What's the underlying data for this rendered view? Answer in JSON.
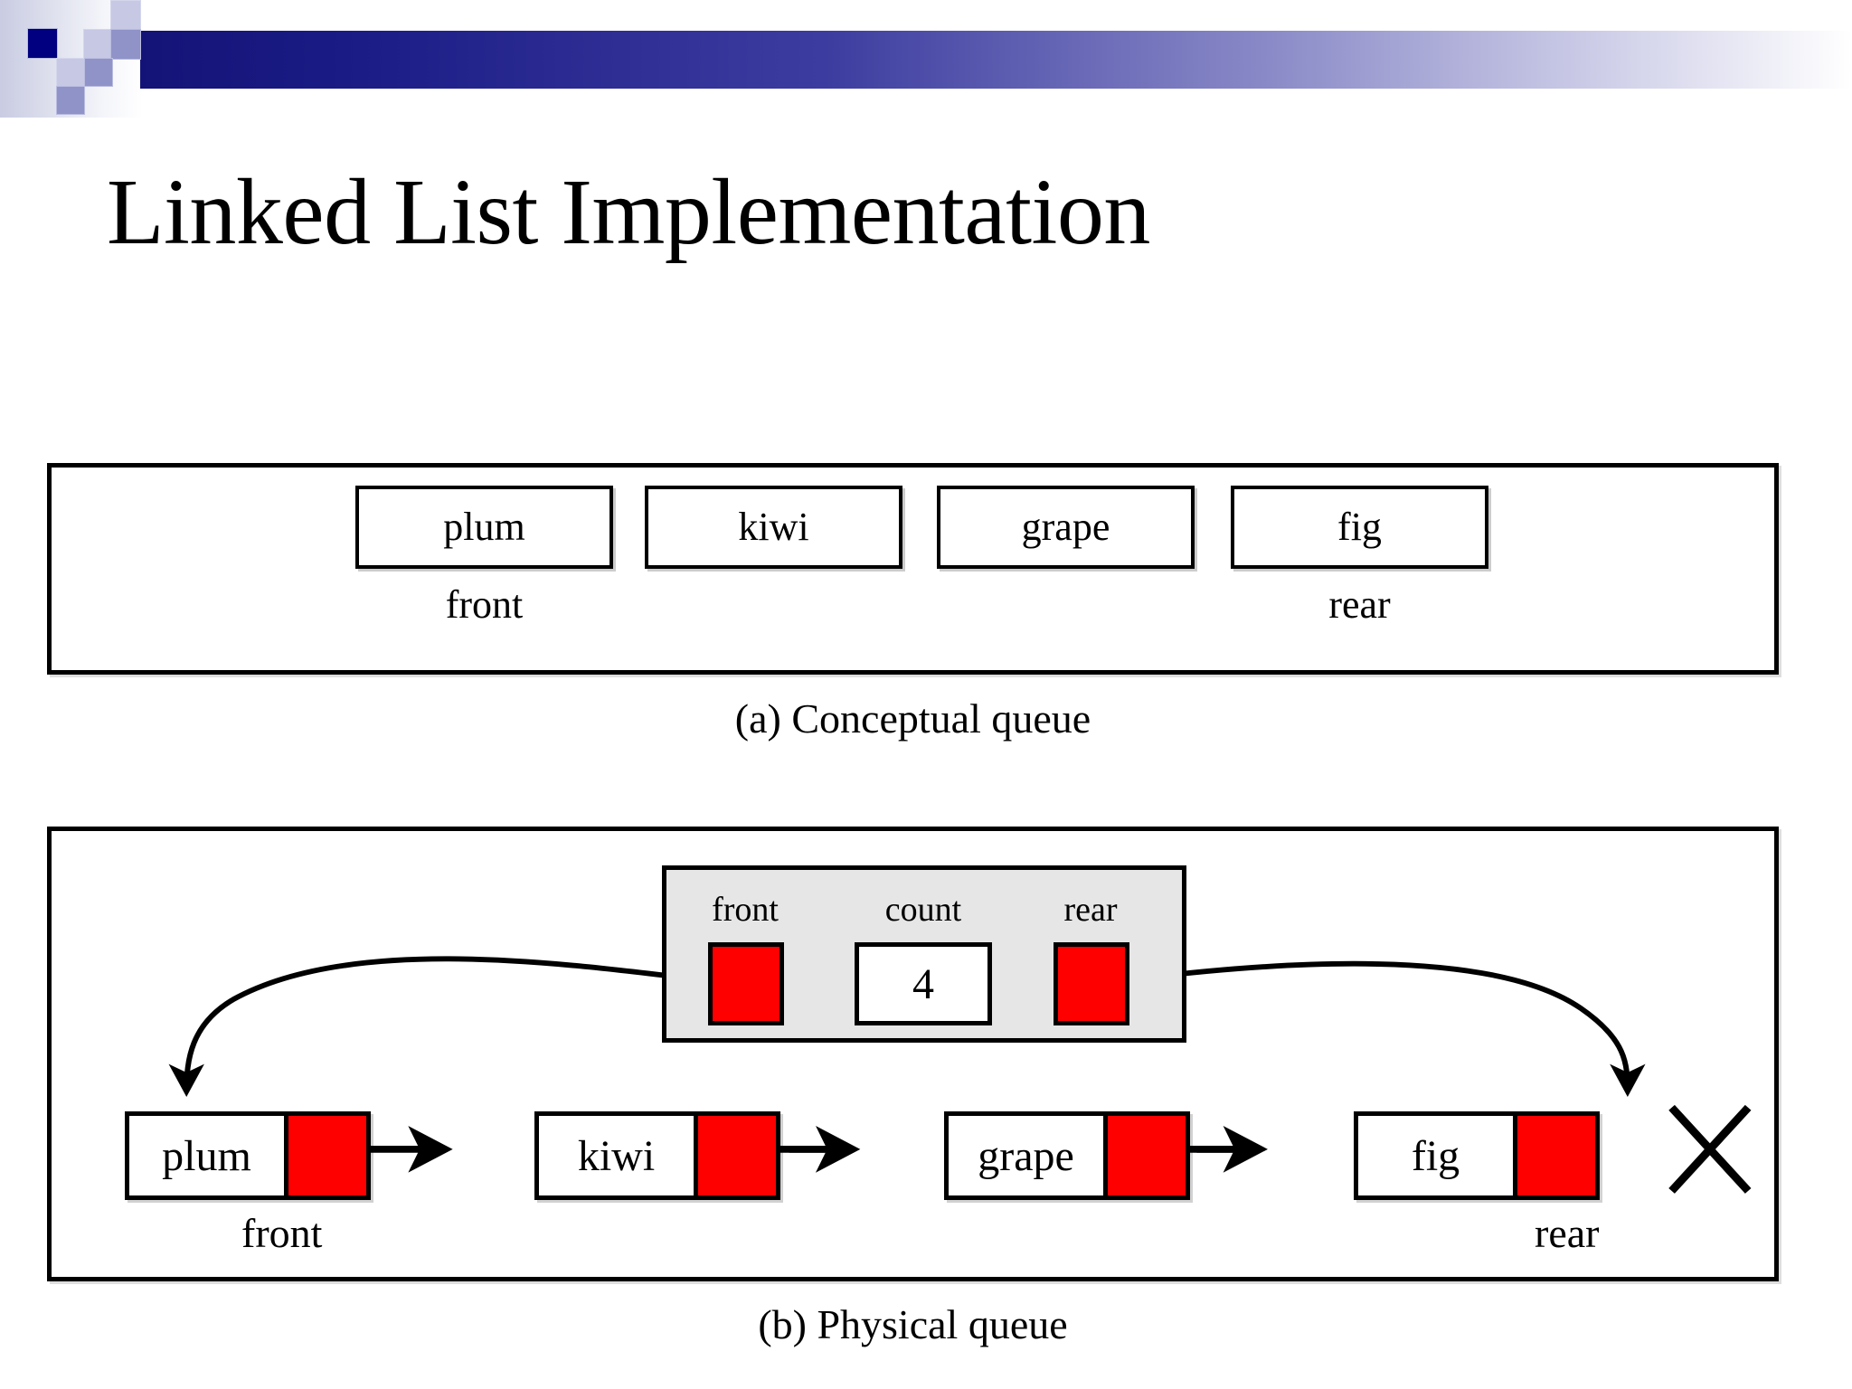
{
  "slide": {
    "title": "Linked List Implementation",
    "accent_color": "#000080",
    "pointer_color": "#ff0000",
    "struct_bg_color": "#e6e6e6"
  },
  "conceptual_queue": {
    "caption": "(a) Conceptual queue",
    "items": [
      {
        "value": "plum"
      },
      {
        "value": "kiwi"
      },
      {
        "value": "grape"
      },
      {
        "value": "fig"
      }
    ],
    "front_label": "front",
    "rear_label": "rear"
  },
  "physical_queue": {
    "caption": "(b) Physical queue",
    "queue_head": {
      "front_label": "front",
      "count_label": "count",
      "rear_label": "rear",
      "count_value": "4"
    },
    "nodes": [
      {
        "value": "plum",
        "link": "pointer"
      },
      {
        "value": "kiwi",
        "link": "pointer"
      },
      {
        "value": "grape",
        "link": "pointer"
      },
      {
        "value": "fig",
        "link": "null"
      }
    ],
    "front_label": "front",
    "rear_label": "rear"
  }
}
